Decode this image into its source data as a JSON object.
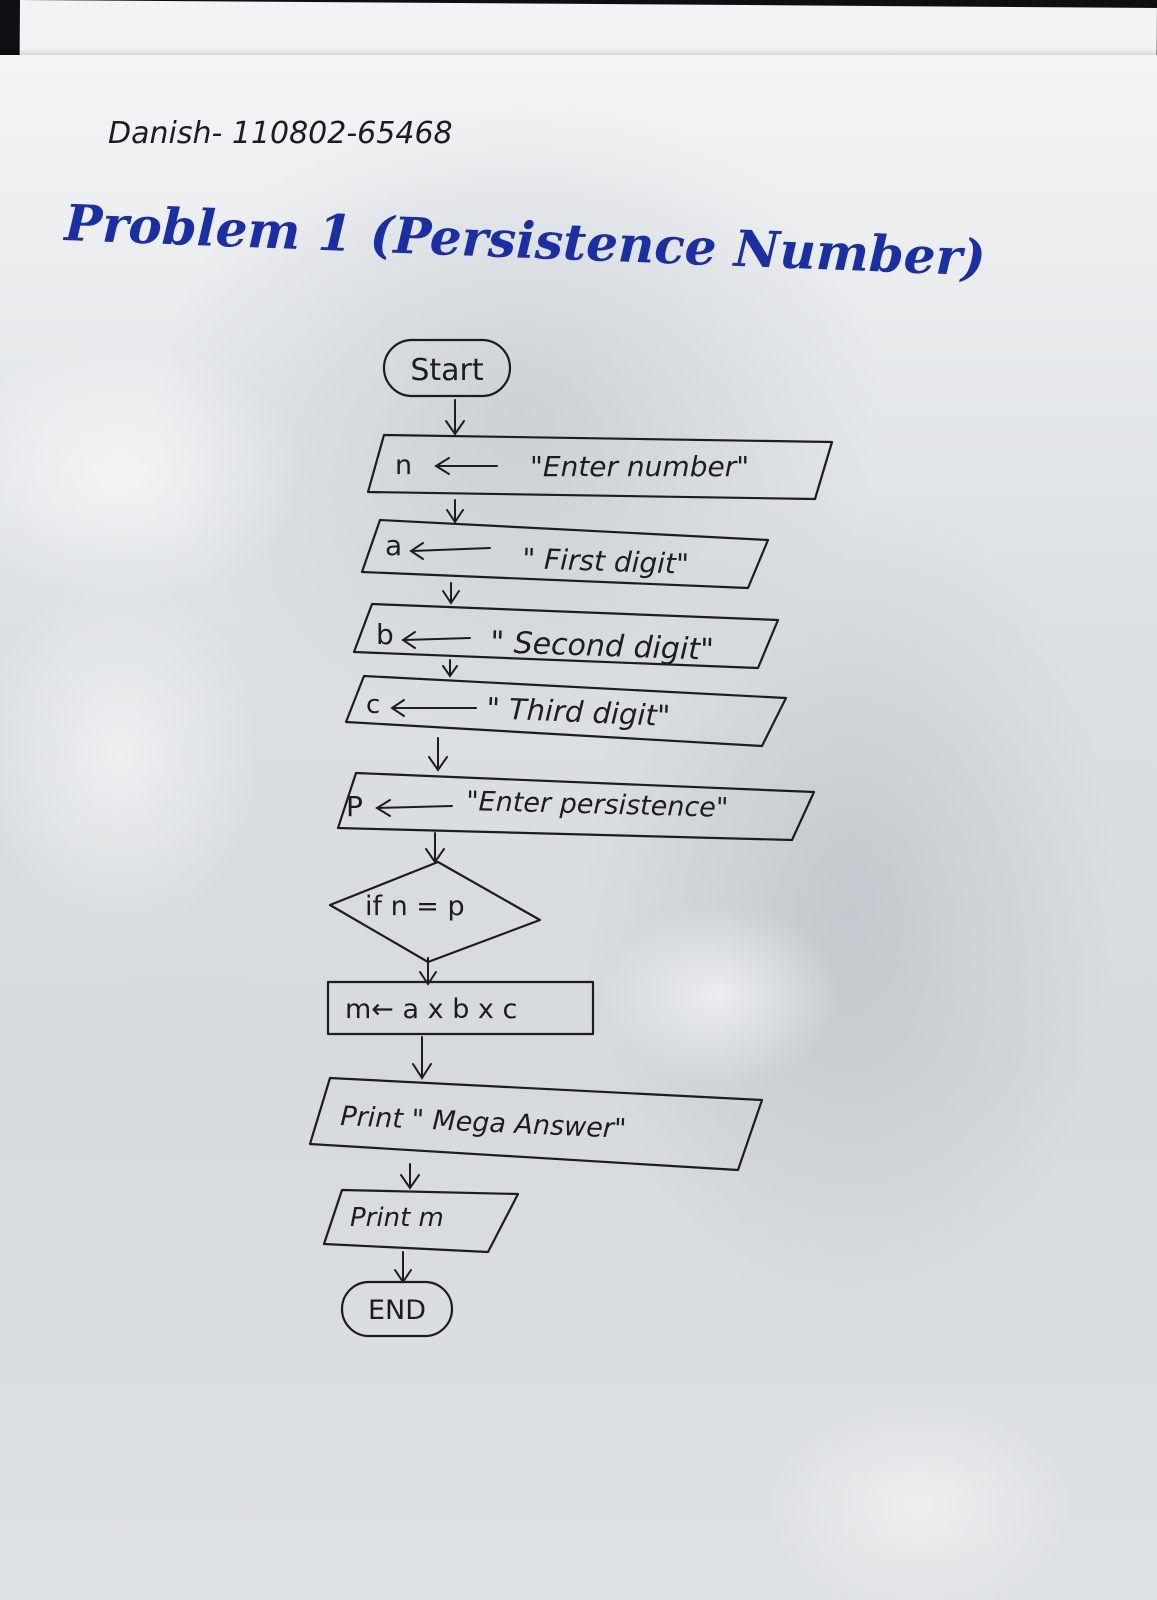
{
  "header": {
    "author_line": "Danish- 110802-65468",
    "title": "Problem 1 (Persistence Number)"
  },
  "flowchart": {
    "start": "Start",
    "input_n": {
      "var": "n",
      "prompt": "\"Enter number\""
    },
    "input_a": {
      "var": "a",
      "prompt": "\" First digit\""
    },
    "input_b": {
      "var": "b",
      "prompt": "\" Second digit\""
    },
    "input_c": {
      "var": "c",
      "prompt": "\" Third digit\""
    },
    "input_p": {
      "var": "P",
      "prompt": "\"Enter persistence\""
    },
    "decision": "if n = p",
    "process": "m← a x b x c",
    "output1": "Print \" Mega Answer\"",
    "output2": "Print m",
    "end": "END"
  },
  "colors": {
    "ink": "#1c1d22",
    "title_ink": "#1a2fa6",
    "paper": "#dfe2e5",
    "background": "#0d0f12"
  }
}
